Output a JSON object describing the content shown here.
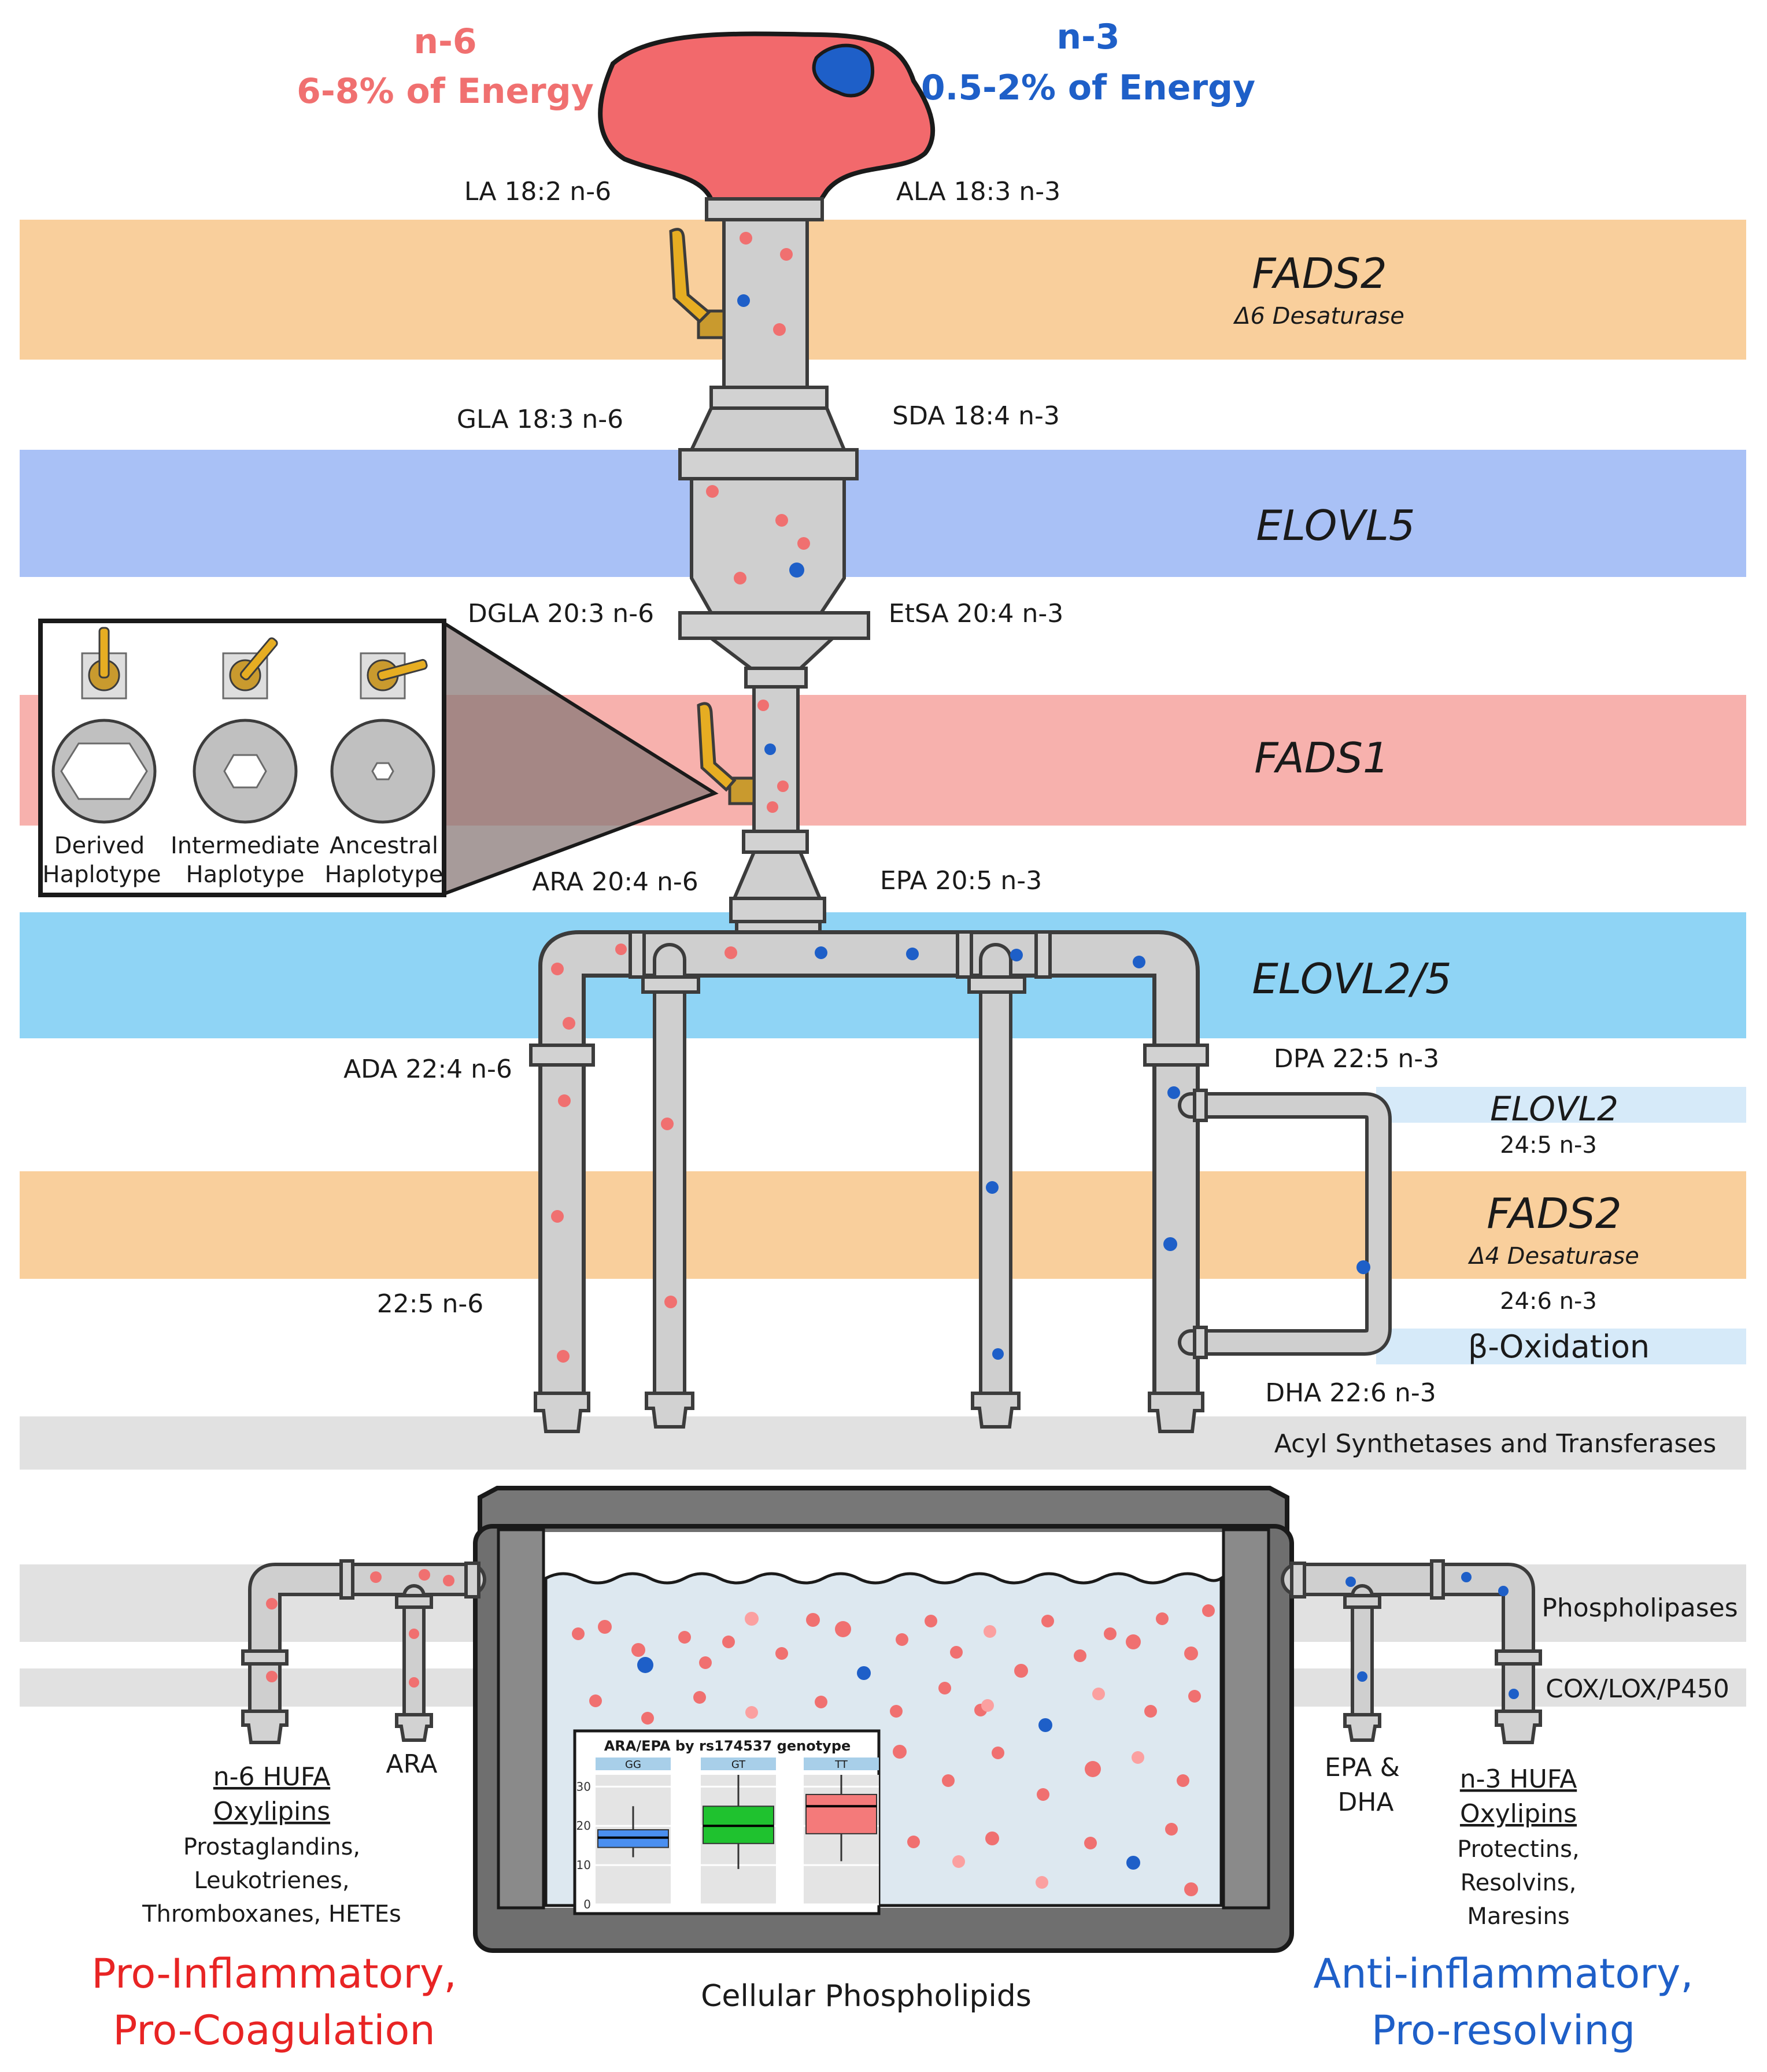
{
  "header": {
    "n6_title": "n-6",
    "n6_sub": "6-8% of Energy",
    "n3_title": "n-3",
    "n3_sub": "0.5-2% of Energy"
  },
  "fatty_acids": {
    "la": "LA 18:2 n-6",
    "ala": "ALA 18:3 n-3",
    "gla": "GLA 18:3 n-6",
    "sda": "SDA 18:4 n-3",
    "dgla": "DGLA 20:3 n-6",
    "etsa": "EtSA 20:4 n-3",
    "ara": "ARA 20:4 n-6",
    "epa": "EPA 20:5 n-3",
    "ada": "ADA 22:4 n-6",
    "dpa": "DPA 22:5 n-3",
    "c245": "24:5 n-3",
    "dpa_n6": "22:5 n-6",
    "c246": "24:6 n-3",
    "dha": "DHA 22:6 n-3"
  },
  "enzymes": {
    "fads2_top": "FADS2",
    "d6": "Δ6 Desaturase",
    "elovl5": "ELOVL5",
    "fads1": "FADS1",
    "elovl25": "ELOVL2/5",
    "elovl2": "ELOVL2",
    "fads2_bottom": "FADS2",
    "d4": "Δ4 Desaturase",
    "beta_ox": "β-Oxidation",
    "acyl": "Acyl Synthetases and Transferases",
    "phospholipases": "Phospholipases",
    "coxlox": "COX/LOX/P450"
  },
  "haplotypes": [
    {
      "line1": "Derived",
      "line2": "Haplotype"
    },
    {
      "line1": "Intermediate",
      "line2": "Haplotype"
    },
    {
      "line1": "Ancestral",
      "line2": "Haplotype"
    }
  ],
  "outputs": {
    "n6_hufa": "n-6 HUFA",
    "n6_oxy": "Oxylipins",
    "n6_l1": "Prostaglandins,",
    "n6_l2": "Leukotrienes,",
    "n6_l3": "Thromboxanes, HETEs",
    "ara": "ARA",
    "epa_dha_1": "EPA &",
    "epa_dha_2": "DHA",
    "n3_hufa": "n-3 HUFA",
    "n3_oxy": "Oxylipins",
    "n3_l1": "Protectins,",
    "n3_l2": "Resolvins,",
    "n3_l3": "Maresins",
    "pro_1": "Pro-Inflammatory,",
    "pro_2": "Pro-Coagulation",
    "anti_1": "Anti-inflammatory,",
    "anti_2": "Pro-resolving",
    "tank": "Cellular Phospholipids"
  },
  "colors": {
    "n6": "#f07070",
    "n3": "#1e5fc8",
    "orange_band": "#f9cf9c",
    "blue_band": "#a9c1f6",
    "red_band": "#f7b1ad",
    "cyan_band": "#8fd4f5",
    "pale_band": "#d6eaf9",
    "gray_band": "#e1e1e1",
    "pipe": "#cfcfcf",
    "tank_fluid": "#dde8f0"
  },
  "chart_data": {
    "type": "box",
    "title": "ARA/EPA by rs174537 genotype",
    "categories": [
      "GG",
      "GT",
      "TT"
    ],
    "yticks": [
      0,
      10,
      20,
      30
    ],
    "ylim": [
      0,
      33
    ],
    "boxes": [
      {
        "name": "GG",
        "whisker_low": 12,
        "q1": 14.5,
        "median": 17,
        "q3": 19,
        "whisker_high": 25,
        "color": "#4a8ff0"
      },
      {
        "name": "GT",
        "whisker_low": 9,
        "q1": 15.5,
        "median": 20,
        "q3": 25,
        "whisker_high": 33,
        "color": "#1fc22f"
      },
      {
        "name": "TT",
        "whisker_low": 11,
        "q1": 18,
        "median": 25,
        "q3": 28,
        "whisker_high": 33,
        "color": "#f47a7a"
      }
    ]
  }
}
